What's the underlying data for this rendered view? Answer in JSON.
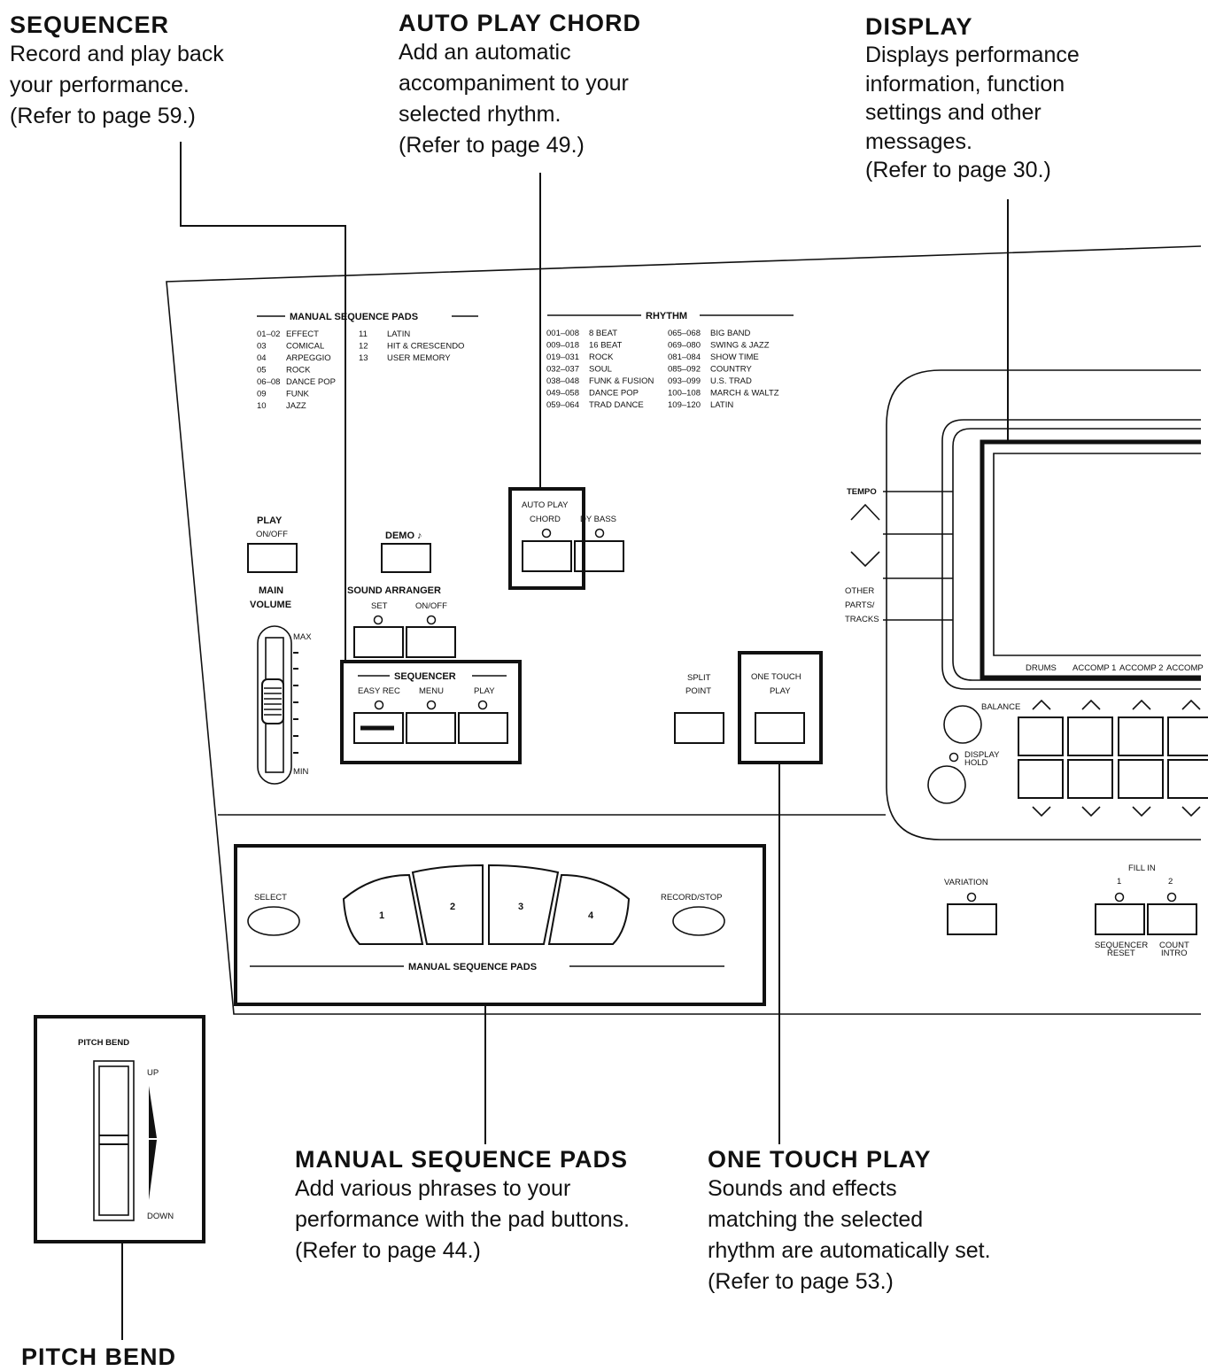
{
  "callouts": {
    "sequencer": {
      "title": "SEQUENCER",
      "desc": "Record and play back\nyour performance.\n(Refer to page 59.)"
    },
    "auto_play_chord": {
      "title": "AUTO PLAY CHORD",
      "desc": "Add an automatic\naccompaniment to your\nselected rhythm.\n(Refer to page 49.)"
    },
    "display": {
      "title": "DISPLAY",
      "desc": "Displays performance\ninformation, function\nsettings and other\nmessages.\n(Refer to page 30.)"
    },
    "manual_sequence_pads": {
      "title": "MANUAL SEQUENCE PADS",
      "desc": "Add various phrases to your\nperformance with the pad buttons.\n(Refer to page 44.)"
    },
    "one_touch_play": {
      "title": "ONE TOUCH PLAY",
      "desc": "Sounds and effects\nmatching the selected\nrhythm are automatically set.\n(Refer to page 53.)"
    },
    "pitch_bend": {
      "title": "PITCH BEND"
    }
  },
  "panel": {
    "msp_list": {
      "heading": "MANUAL SEQUENCE PADS",
      "col1": [
        {
          "num": "01–02",
          "name": "EFFECT"
        },
        {
          "num": "03",
          "name": "COMICAL"
        },
        {
          "num": "04",
          "name": "ARPEGGIO"
        },
        {
          "num": "05",
          "name": "ROCK"
        },
        {
          "num": "06–08",
          "name": "DANCE POP"
        },
        {
          "num": "09",
          "name": "FUNK"
        },
        {
          "num": "10",
          "name": "JAZZ"
        }
      ],
      "col2": [
        {
          "num": "11",
          "name": "LATIN"
        },
        {
          "num": "12",
          "name": "HIT & CRESCENDO"
        },
        {
          "num": "13",
          "name": "USER MEMORY"
        }
      ]
    },
    "rhythm_list": {
      "heading": "RHYTHM",
      "col1": [
        {
          "num": "001–008",
          "name": "8 BEAT"
        },
        {
          "num": "009–018",
          "name": "16 BEAT"
        },
        {
          "num": "019–031",
          "name": "ROCK"
        },
        {
          "num": "032–037",
          "name": "SOUL"
        },
        {
          "num": "038–048",
          "name": "FUNK & FUSION"
        },
        {
          "num": "049–058",
          "name": "DANCE POP"
        },
        {
          "num": "059–064",
          "name": "TRAD DANCE"
        }
      ],
      "col2": [
        {
          "num": "065–068",
          "name": "BIG BAND"
        },
        {
          "num": "069–080",
          "name": "SWING & JAZZ"
        },
        {
          "num": "081–084",
          "name": "SHOW TIME"
        },
        {
          "num": "085–092",
          "name": "COUNTRY"
        },
        {
          "num": "093–099",
          "name": "U.S. TRAD"
        },
        {
          "num": "100–108",
          "name": "MARCH & WALTZ"
        },
        {
          "num": "109–120",
          "name": "LATIN"
        }
      ]
    },
    "play": {
      "label1": "PLAY",
      "label2": "ON/OFF"
    },
    "demo": {
      "label": "DEMO ♪"
    },
    "auto_play": {
      "label1": "AUTO PLAY",
      "label2": "CHORD",
      "bass_label": "DY BASS"
    },
    "main_volume": {
      "label1": "MAIN",
      "label2": "VOLUME",
      "max": "MAX",
      "min": "MIN"
    },
    "sound_arranger": {
      "heading": "SOUND ARRANGER",
      "set": "SET",
      "onoff": "ON/OFF"
    },
    "sequencer": {
      "heading": "SEQUENCER",
      "easy_rec": "EASY REC",
      "menu": "MENU",
      "play": "PLAY"
    },
    "split_point": {
      "label1": "SPLIT",
      "label2": "POINT"
    },
    "one_touch": {
      "label1": "ONE TOUCH",
      "label2": "PLAY"
    },
    "tempo": {
      "label": "TEMPO",
      "other1": "OTHER",
      "other2": "PARTS/",
      "other3": "TRACKS"
    },
    "display_tabs": [
      "DRUMS",
      "ACCOMP 1",
      "ACCOMP 2",
      "ACCOMP"
    ],
    "balance": "BALANCE",
    "display_hold": {
      "label1": "DISPLAY",
      "label2": "HOLD"
    },
    "pads": {
      "select": "SELECT",
      "record": "RECORD/STOP",
      "numbers": [
        "1",
        "2",
        "3",
        "4"
      ],
      "heading": "MANUAL SEQUENCE PADS"
    },
    "variation": "VARIATION",
    "fill_in": {
      "heading": "FILL IN",
      "n1": "1",
      "n2": "2",
      "seq_reset1": "SEQUENCER",
      "seq_reset2": "RESET",
      "count1": "COUNT",
      "count2": "INTRO"
    },
    "pitch_bend": {
      "label": "PITCH BEND",
      "up": "UP",
      "down": "DOWN"
    }
  }
}
